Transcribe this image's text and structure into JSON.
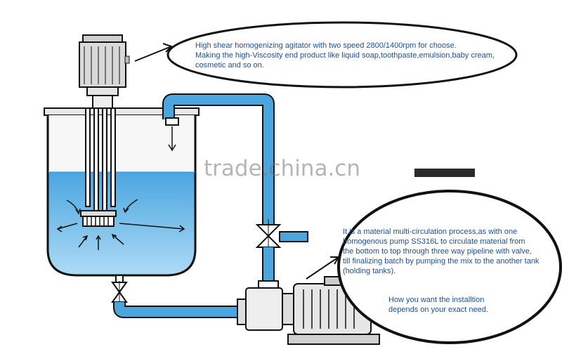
{
  "callout_top": {
    "line1": "High shear homogenizing agitator with two speed 2800/1400rpm for choose.",
    "line2": "Making the high-Viscosity end product like liquid soap,toothpaste,emulsion,baby cream,",
    "line3": "cosmetic and so on."
  },
  "callout_bottom": {
    "line1": "It is a material multi-circulation process,as with one",
    "line2": "homogenous pump SS316L to circulate material from",
    "line3": "the bottom to top through three way pipeline with valve,",
    "line4": "till finalizing batch by pumping the mix to the another tank",
    "line5": "(holding tanks).",
    "line6": "How you want the installtion",
    "line7": "depends on your exact need."
  },
  "watermark": "trade.china.cn",
  "colors": {
    "pipe": "#4aa6dc",
    "liquid": "#6fbde8",
    "outline": "#111111",
    "text": "#1f4f8f"
  }
}
